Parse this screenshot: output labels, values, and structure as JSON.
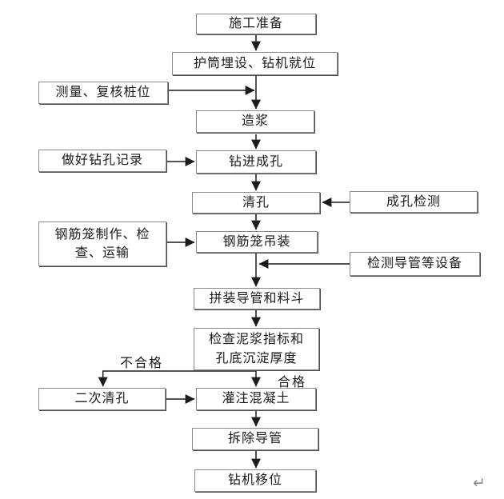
{
  "flowchart": {
    "nodes": {
      "prep": {
        "label": "施工准备"
      },
      "casing": {
        "label": "护筒埋设、钻机就位"
      },
      "survey": {
        "label": "测量、复核桩位"
      },
      "slurry": {
        "label": "造浆"
      },
      "record": {
        "label": "做好钻孔记录"
      },
      "drill": {
        "label": "钻进成孔"
      },
      "clean": {
        "label": "清孔"
      },
      "hole_test": {
        "label": "成孔检测"
      },
      "cage_make": {
        "label": "钢筋笼制作、检\n查、运输"
      },
      "cage_hoist": {
        "label": "钢筋笼吊装"
      },
      "conduit_check": {
        "label": "检测导管等设备"
      },
      "conduit_assemble": {
        "label": "拼装导管和料斗"
      },
      "slurry_check": {
        "label": "检查泥浆指标和\n孔底沉淀厚度"
      },
      "reclean": {
        "label": "二次清孔"
      },
      "pour": {
        "label": "灌注混凝土"
      },
      "remove_conduit": {
        "label": "拆除导管"
      },
      "rig_move": {
        "label": "钻机移位"
      }
    },
    "branch_labels": {
      "fail": "不合格",
      "pass": "合格"
    },
    "page": {
      "return_mark": "↵"
    },
    "colors": {
      "background": "#ffffff",
      "box_border": "#8a8a8a",
      "box_shadow": "#4b4b4b",
      "line": "#1c1c1c",
      "text": "#1a1a1a",
      "return_mark": "#8c8c8c"
    },
    "edges": [
      {
        "from": "施工准备",
        "to": "护筒埋设、钻机就位",
        "label": ""
      },
      {
        "from": "护筒埋设、钻机就位",
        "to": "造浆",
        "label": ""
      },
      {
        "from": "测量、复核桩位",
        "to": "造浆",
        "label": ""
      },
      {
        "from": "造浆",
        "to": "钻进成孔",
        "label": ""
      },
      {
        "from": "做好钻孔记录",
        "to": "钻进成孔",
        "label": ""
      },
      {
        "from": "钻进成孔",
        "to": "清孔",
        "label": ""
      },
      {
        "from": "成孔检测",
        "to": "清孔",
        "label": ""
      },
      {
        "from": "清孔",
        "to": "钢筋笼吊装",
        "label": ""
      },
      {
        "from": "钢筋笼制作、检查、运输",
        "to": "钢筋笼吊装",
        "label": ""
      },
      {
        "from": "钢筋笼吊装",
        "to": "拼装导管和料斗",
        "label": ""
      },
      {
        "from": "检测导管等设备",
        "to": "拼装导管和料斗",
        "label": ""
      },
      {
        "from": "拼装导管和料斗",
        "to": "检查泥浆指标和孔底沉淀厚度",
        "label": ""
      },
      {
        "from": "检查泥浆指标和孔底沉淀厚度",
        "to": "灌注混凝土",
        "label": "合格"
      },
      {
        "from": "检查泥浆指标和孔底沉淀厚度",
        "to": "二次清孔",
        "label": "不合格"
      },
      {
        "from": "二次清孔",
        "to": "灌注混凝土",
        "label": ""
      },
      {
        "from": "灌注混凝土",
        "to": "拆除导管",
        "label": ""
      },
      {
        "from": "拆除导管",
        "to": "钻机移位",
        "label": ""
      }
    ]
  }
}
